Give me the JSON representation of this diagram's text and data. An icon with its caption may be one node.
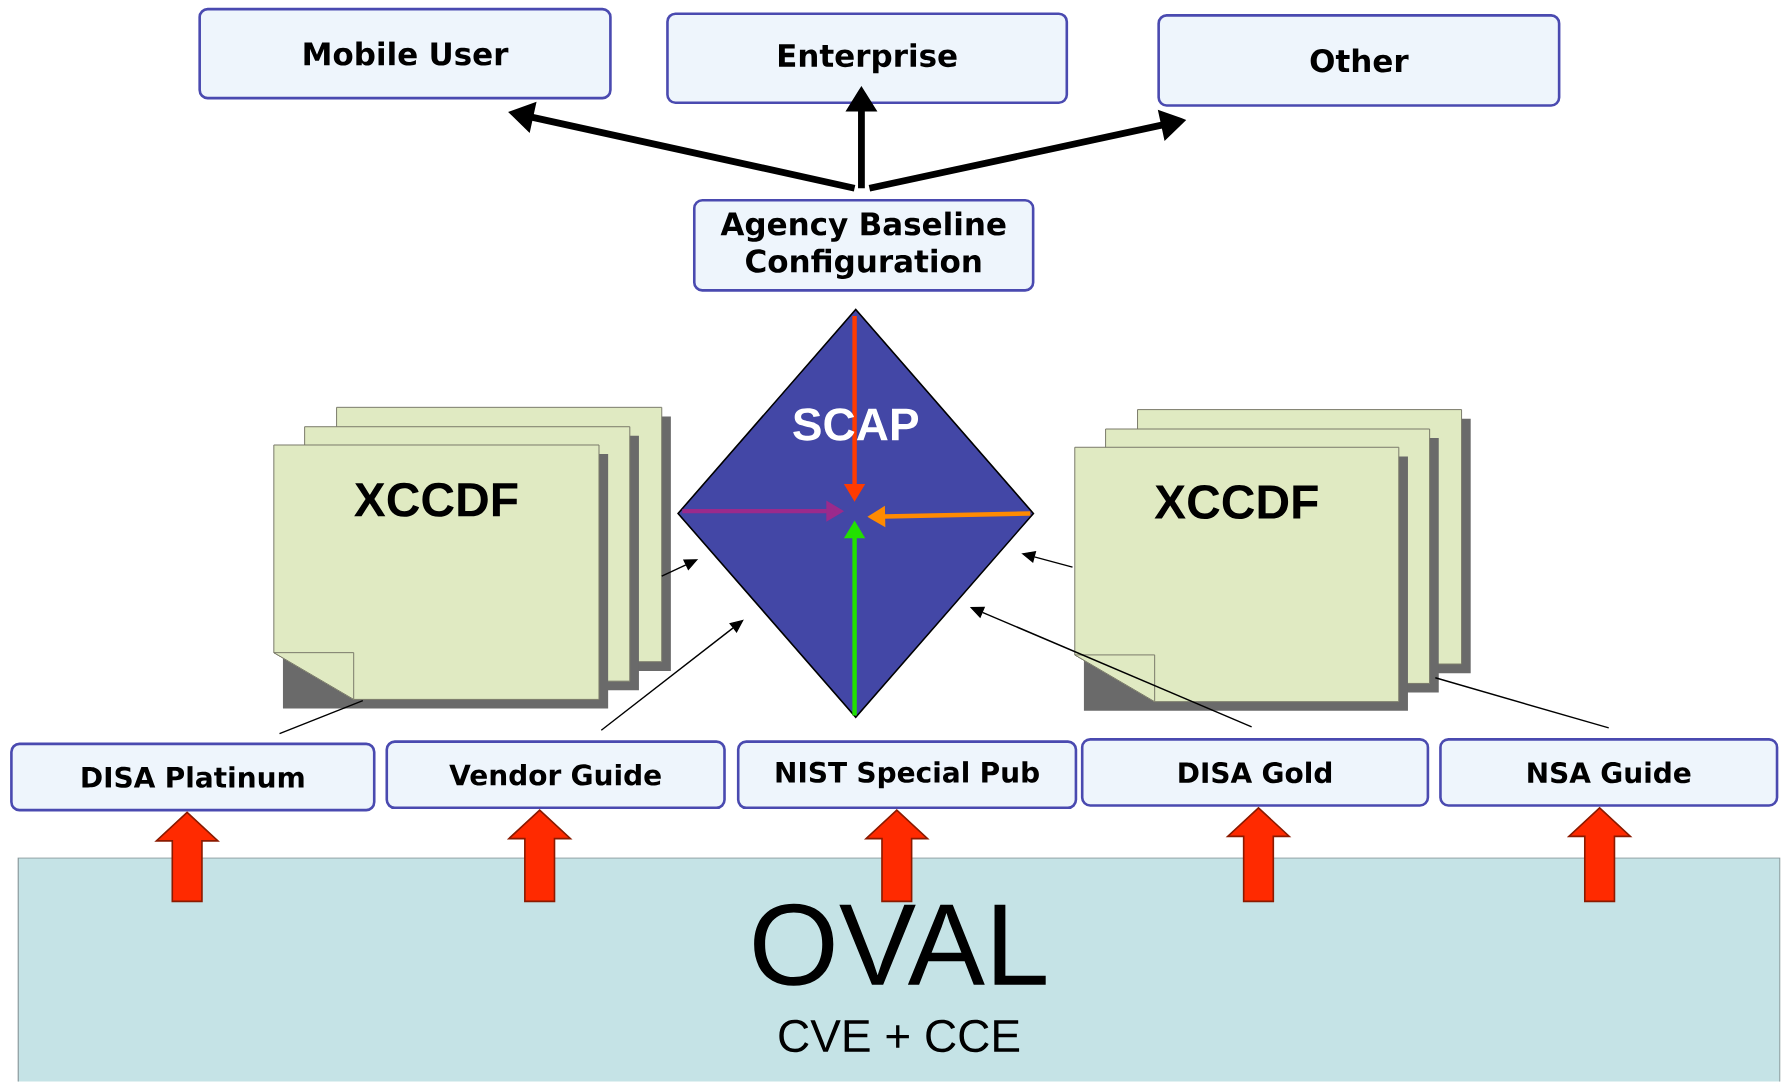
{
  "diagram": {
    "nodes": [
      {
        "text": [
          "Mobile User"
        ]
      },
      {
        "text": [
          "Enterprise"
        ]
      },
      {
        "text": [
          "Other"
        ]
      },
      {
        "text": [
          "Agency Baseline Configuration"
        ]
      },
      {
        "text": [
          "SCAP"
        ]
      },
      {
        "text": [
          "XCCDF"
        ]
      },
      {
        "text": [
          "XCCDF"
        ]
      },
      {
        "text": [
          "DISA Platinum"
        ]
      },
      {
        "text": [
          "Vendor Guide"
        ]
      },
      {
        "text": [
          "NIST Special Pub"
        ]
      },
      {
        "text": [
          "DISA Gold"
        ]
      },
      {
        "text": [
          "NSA Guide"
        ]
      },
      {
        "text": [
          "OVAL",
          "CVE + CCE"
        ]
      }
    ],
    "edges": [
      {
        "from": 3,
        "to": 0,
        "arrow": "to",
        "style": "thick"
      },
      {
        "from": 3,
        "to": 1,
        "arrow": "to",
        "style": "thick"
      },
      {
        "from": 3,
        "to": 2,
        "arrow": "to",
        "style": "thick"
      },
      {
        "from": 7,
        "to": 5,
        "arrow": "none"
      },
      {
        "from": 5,
        "to": 4,
        "arrow": "to"
      },
      {
        "from": 8,
        "to": 4,
        "arrow": "to"
      },
      {
        "from": 10,
        "to": 4,
        "arrow": "to"
      },
      {
        "from": 11,
        "to": 6,
        "arrow": "none"
      },
      {
        "from": 6,
        "to": 4,
        "arrow": "to"
      },
      {
        "from": 12,
        "to": 7,
        "arrow": "to",
        "color": "#ff2a00"
      },
      {
        "from": 12,
        "to": 8,
        "arrow": "to",
        "color": "#ff2a00"
      },
      {
        "from": 12,
        "to": 9,
        "arrow": "to",
        "color": "#ff2a00"
      },
      {
        "from": 12,
        "to": 10,
        "arrow": "to",
        "color": "#ff2a00"
      },
      {
        "from": 12,
        "to": 11,
        "arrow": "to",
        "color": "#ff2a00"
      }
    ]
  }
}
